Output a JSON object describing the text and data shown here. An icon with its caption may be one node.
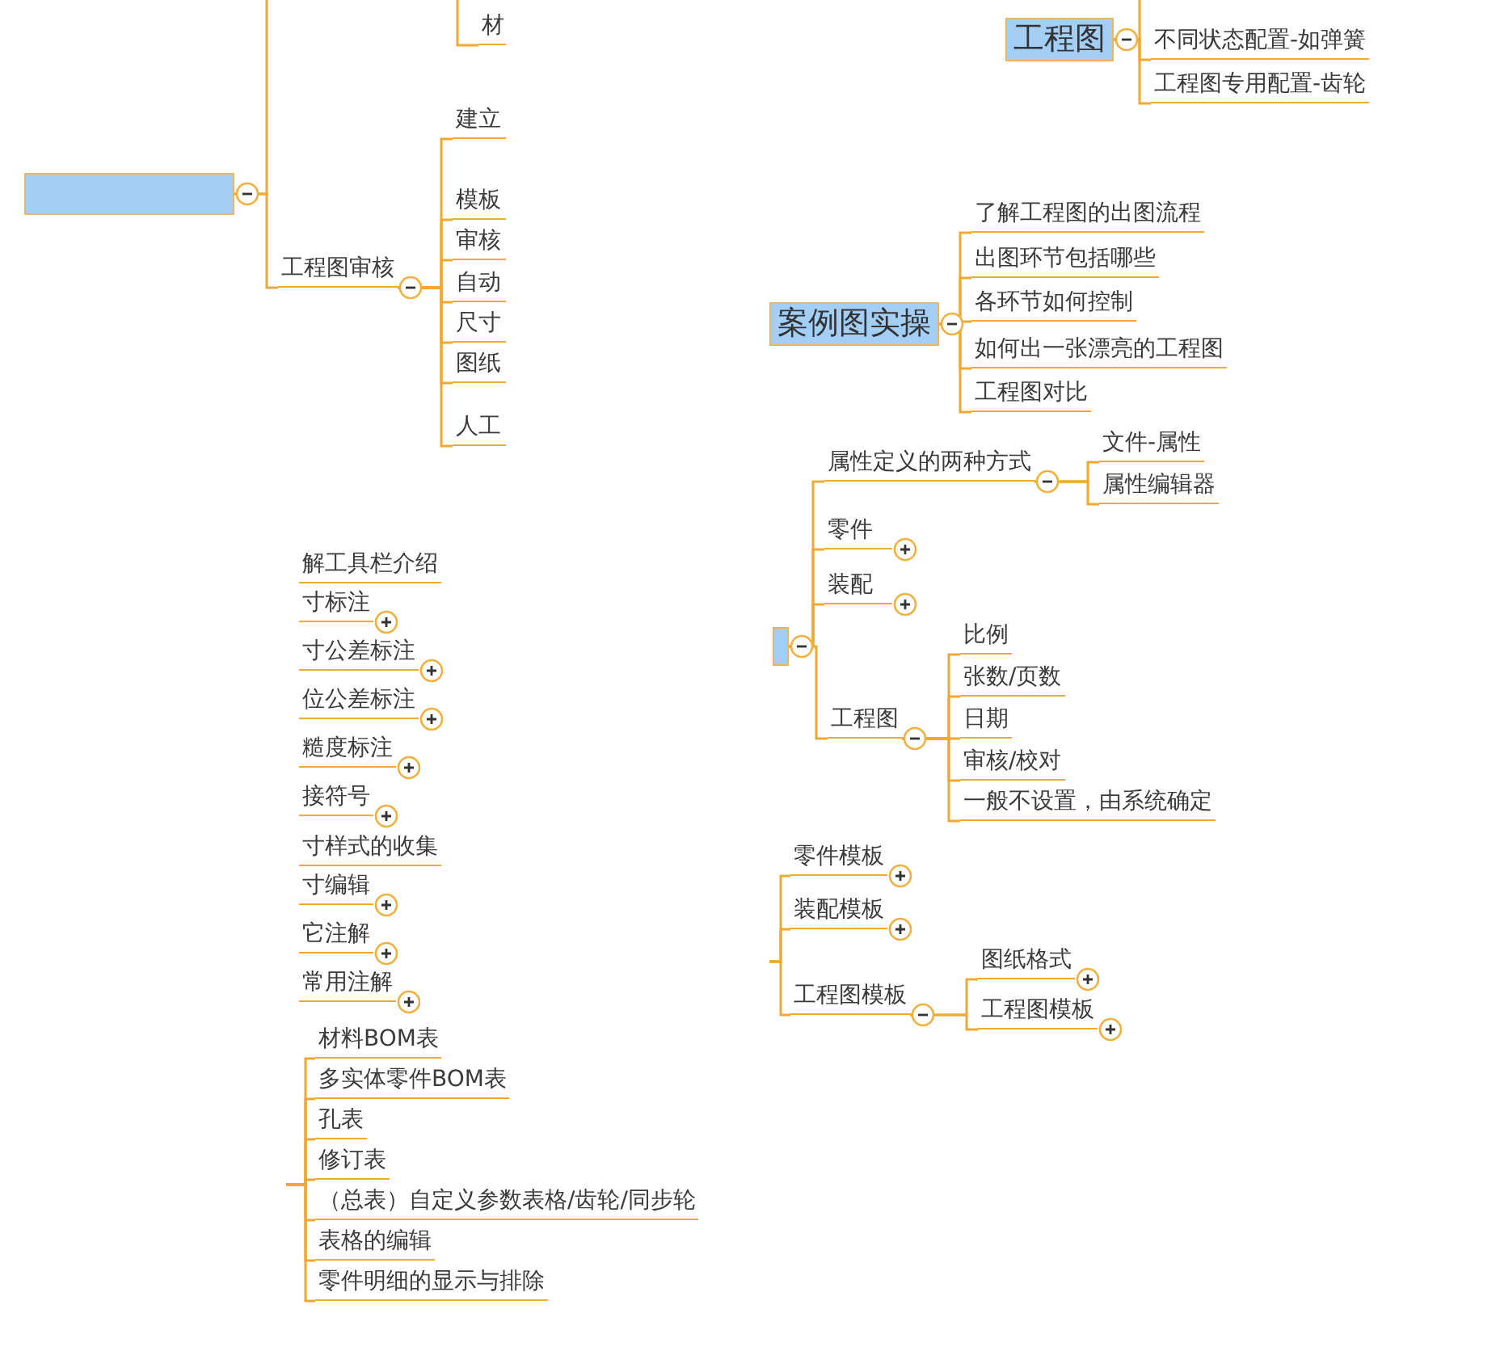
{
  "diagram": {
    "nodes": [
      {
        "text": [],
        "shape": "box"
      },
      {
        "text": [
          "工程图审核"
        ]
      },
      {
        "text": [
          "材"
        ]
      },
      {
        "text": [
          "建立"
        ]
      },
      {
        "text": [
          "模板"
        ]
      },
      {
        "text": [
          "审核"
        ]
      },
      {
        "text": [
          "自动"
        ]
      },
      {
        "text": [
          "尺寸"
        ]
      },
      {
        "text": [
          "图纸"
        ]
      },
      {
        "text": [
          "人工"
        ]
      },
      {
        "text": [
          "工程图"
        ]
      },
      {
        "text": [
          "不同状态配置-如弹簧"
        ]
      },
      {
        "text": [
          "工程图专用配置-齿轮"
        ]
      },
      {
        "text": [
          "案例图实操"
        ]
      },
      {
        "text": [
          "了解工程图的出图流程"
        ]
      },
      {
        "text": [
          "出图环节包括哪些"
        ]
      },
      {
        "text": [
          "各环节如何控制"
        ]
      },
      {
        "text": [
          "如何出一张漂亮的工程图"
        ]
      },
      {
        "text": [
          "工程图对比"
        ]
      },
      {
        "text": [],
        "shape": "box"
      },
      {
        "text": [
          "属性定义的两种方式"
        ]
      },
      {
        "text": [
          "文件-属性"
        ]
      },
      {
        "text": [
          "属性编辑器"
        ]
      },
      {
        "text": [
          "零件"
        ]
      },
      {
        "text": [
          "装配"
        ]
      },
      {
        "text": [
          "工程图"
        ]
      },
      {
        "text": [
          "比例"
        ]
      },
      {
        "text": [
          "张数/页数"
        ]
      },
      {
        "text": [
          "日期"
        ]
      },
      {
        "text": [
          "审核/校对"
        ]
      },
      {
        "text": [
          "一般不设置，由系统确定"
        ]
      },
      {
        "text": [
          "零件模板"
        ]
      },
      {
        "text": [
          "装配模板"
        ]
      },
      {
        "text": [
          "工程图模板"
        ]
      },
      {
        "text": [
          "图纸格式"
        ]
      },
      {
        "text": [
          "工程图模板"
        ]
      },
      {
        "text": [
          "解工具栏介绍"
        ]
      },
      {
        "text": [
          "寸标注"
        ]
      },
      {
        "text": [
          "寸公差标注"
        ]
      },
      {
        "text": [
          "位公差标注"
        ]
      },
      {
        "text": [
          "糙度标注"
        ]
      },
      {
        "text": [
          "接符号"
        ]
      },
      {
        "text": [
          "寸样式的收集"
        ]
      },
      {
        "text": [
          "寸编辑"
        ]
      },
      {
        "text": [
          "它注解"
        ]
      },
      {
        "text": [
          "常用注解"
        ]
      },
      {
        "text": [
          "材料BOM表"
        ]
      },
      {
        "text": [
          "多实体零件BOM表"
        ]
      },
      {
        "text": [
          "孔表"
        ]
      },
      {
        "text": [
          "修订表"
        ]
      },
      {
        "text": [
          "（总表）自定义参数表格/齿轮/同步轮"
        ]
      },
      {
        "text": [
          "表格的编辑"
        ]
      },
      {
        "text": [
          "零件明细的显示与排除"
        ]
      }
    ],
    "edges": [
      {
        "from": 0,
        "to": null,
        "arrow": "none"
      },
      {
        "from": 0,
        "to": 1,
        "arrow": "none"
      },
      {
        "from": null,
        "to": 2,
        "arrow": "none"
      },
      {
        "from": 1,
        "to": 3,
        "arrow": "none"
      },
      {
        "from": 1,
        "to": 4,
        "arrow": "none"
      },
      {
        "from": 1,
        "to": 5,
        "arrow": "none"
      },
      {
        "from": 1,
        "to": 6,
        "arrow": "none"
      },
      {
        "from": 1,
        "to": 7,
        "arrow": "none"
      },
      {
        "from": 1,
        "to": 8,
        "arrow": "none"
      },
      {
        "from": 1,
        "to": 9,
        "arrow": "none"
      },
      {
        "from": 10,
        "to": null,
        "arrow": "none"
      },
      {
        "from": 10,
        "to": 11,
        "arrow": "none"
      },
      {
        "from": 10,
        "to": 12,
        "arrow": "none"
      },
      {
        "from": 13,
        "to": 14,
        "arrow": "none"
      },
      {
        "from": 13,
        "to": 15,
        "arrow": "none"
      },
      {
        "from": 13,
        "to": 16,
        "arrow": "none"
      },
      {
        "from": 13,
        "to": 17,
        "arrow": "none"
      },
      {
        "from": 13,
        "to": 18,
        "arrow": "none"
      },
      {
        "from": 19,
        "to": 20,
        "arrow": "none"
      },
      {
        "from": 19,
        "to": 23,
        "arrow": "none"
      },
      {
        "from": 19,
        "to": 24,
        "arrow": "none"
      },
      {
        "from": 19,
        "to": 25,
        "arrow": "none"
      },
      {
        "from": 20,
        "to": 21,
        "arrow": "none"
      },
      {
        "from": 20,
        "to": 22,
        "arrow": "none"
      },
      {
        "from": 25,
        "to": 26,
        "arrow": "none"
      },
      {
        "from": 25,
        "to": 27,
        "arrow": "none"
      },
      {
        "from": 25,
        "to": 28,
        "arrow": "none"
      },
      {
        "from": 25,
        "to": 29,
        "arrow": "none"
      },
      {
        "from": 25,
        "to": 30,
        "arrow": "none"
      },
      {
        "from": null,
        "to": 31,
        "arrow": "none"
      },
      {
        "from": null,
        "to": 32,
        "arrow": "none"
      },
      {
        "from": null,
        "to": 33,
        "arrow": "none"
      },
      {
        "from": 33,
        "to": 34,
        "arrow": "none"
      },
      {
        "from": 33,
        "to": 35,
        "arrow": "none"
      },
      {
        "from": null,
        "to": 46,
        "arrow": "none"
      },
      {
        "from": null,
        "to": 47,
        "arrow": "none"
      },
      {
        "from": null,
        "to": 48,
        "arrow": "none"
      },
      {
        "from": null,
        "to": 49,
        "arrow": "none"
      },
      {
        "from": null,
        "to": 50,
        "arrow": "none"
      },
      {
        "from": null,
        "to": 51,
        "arrow": "none"
      },
      {
        "from": null,
        "to": 52,
        "arrow": "none"
      }
    ]
  }
}
